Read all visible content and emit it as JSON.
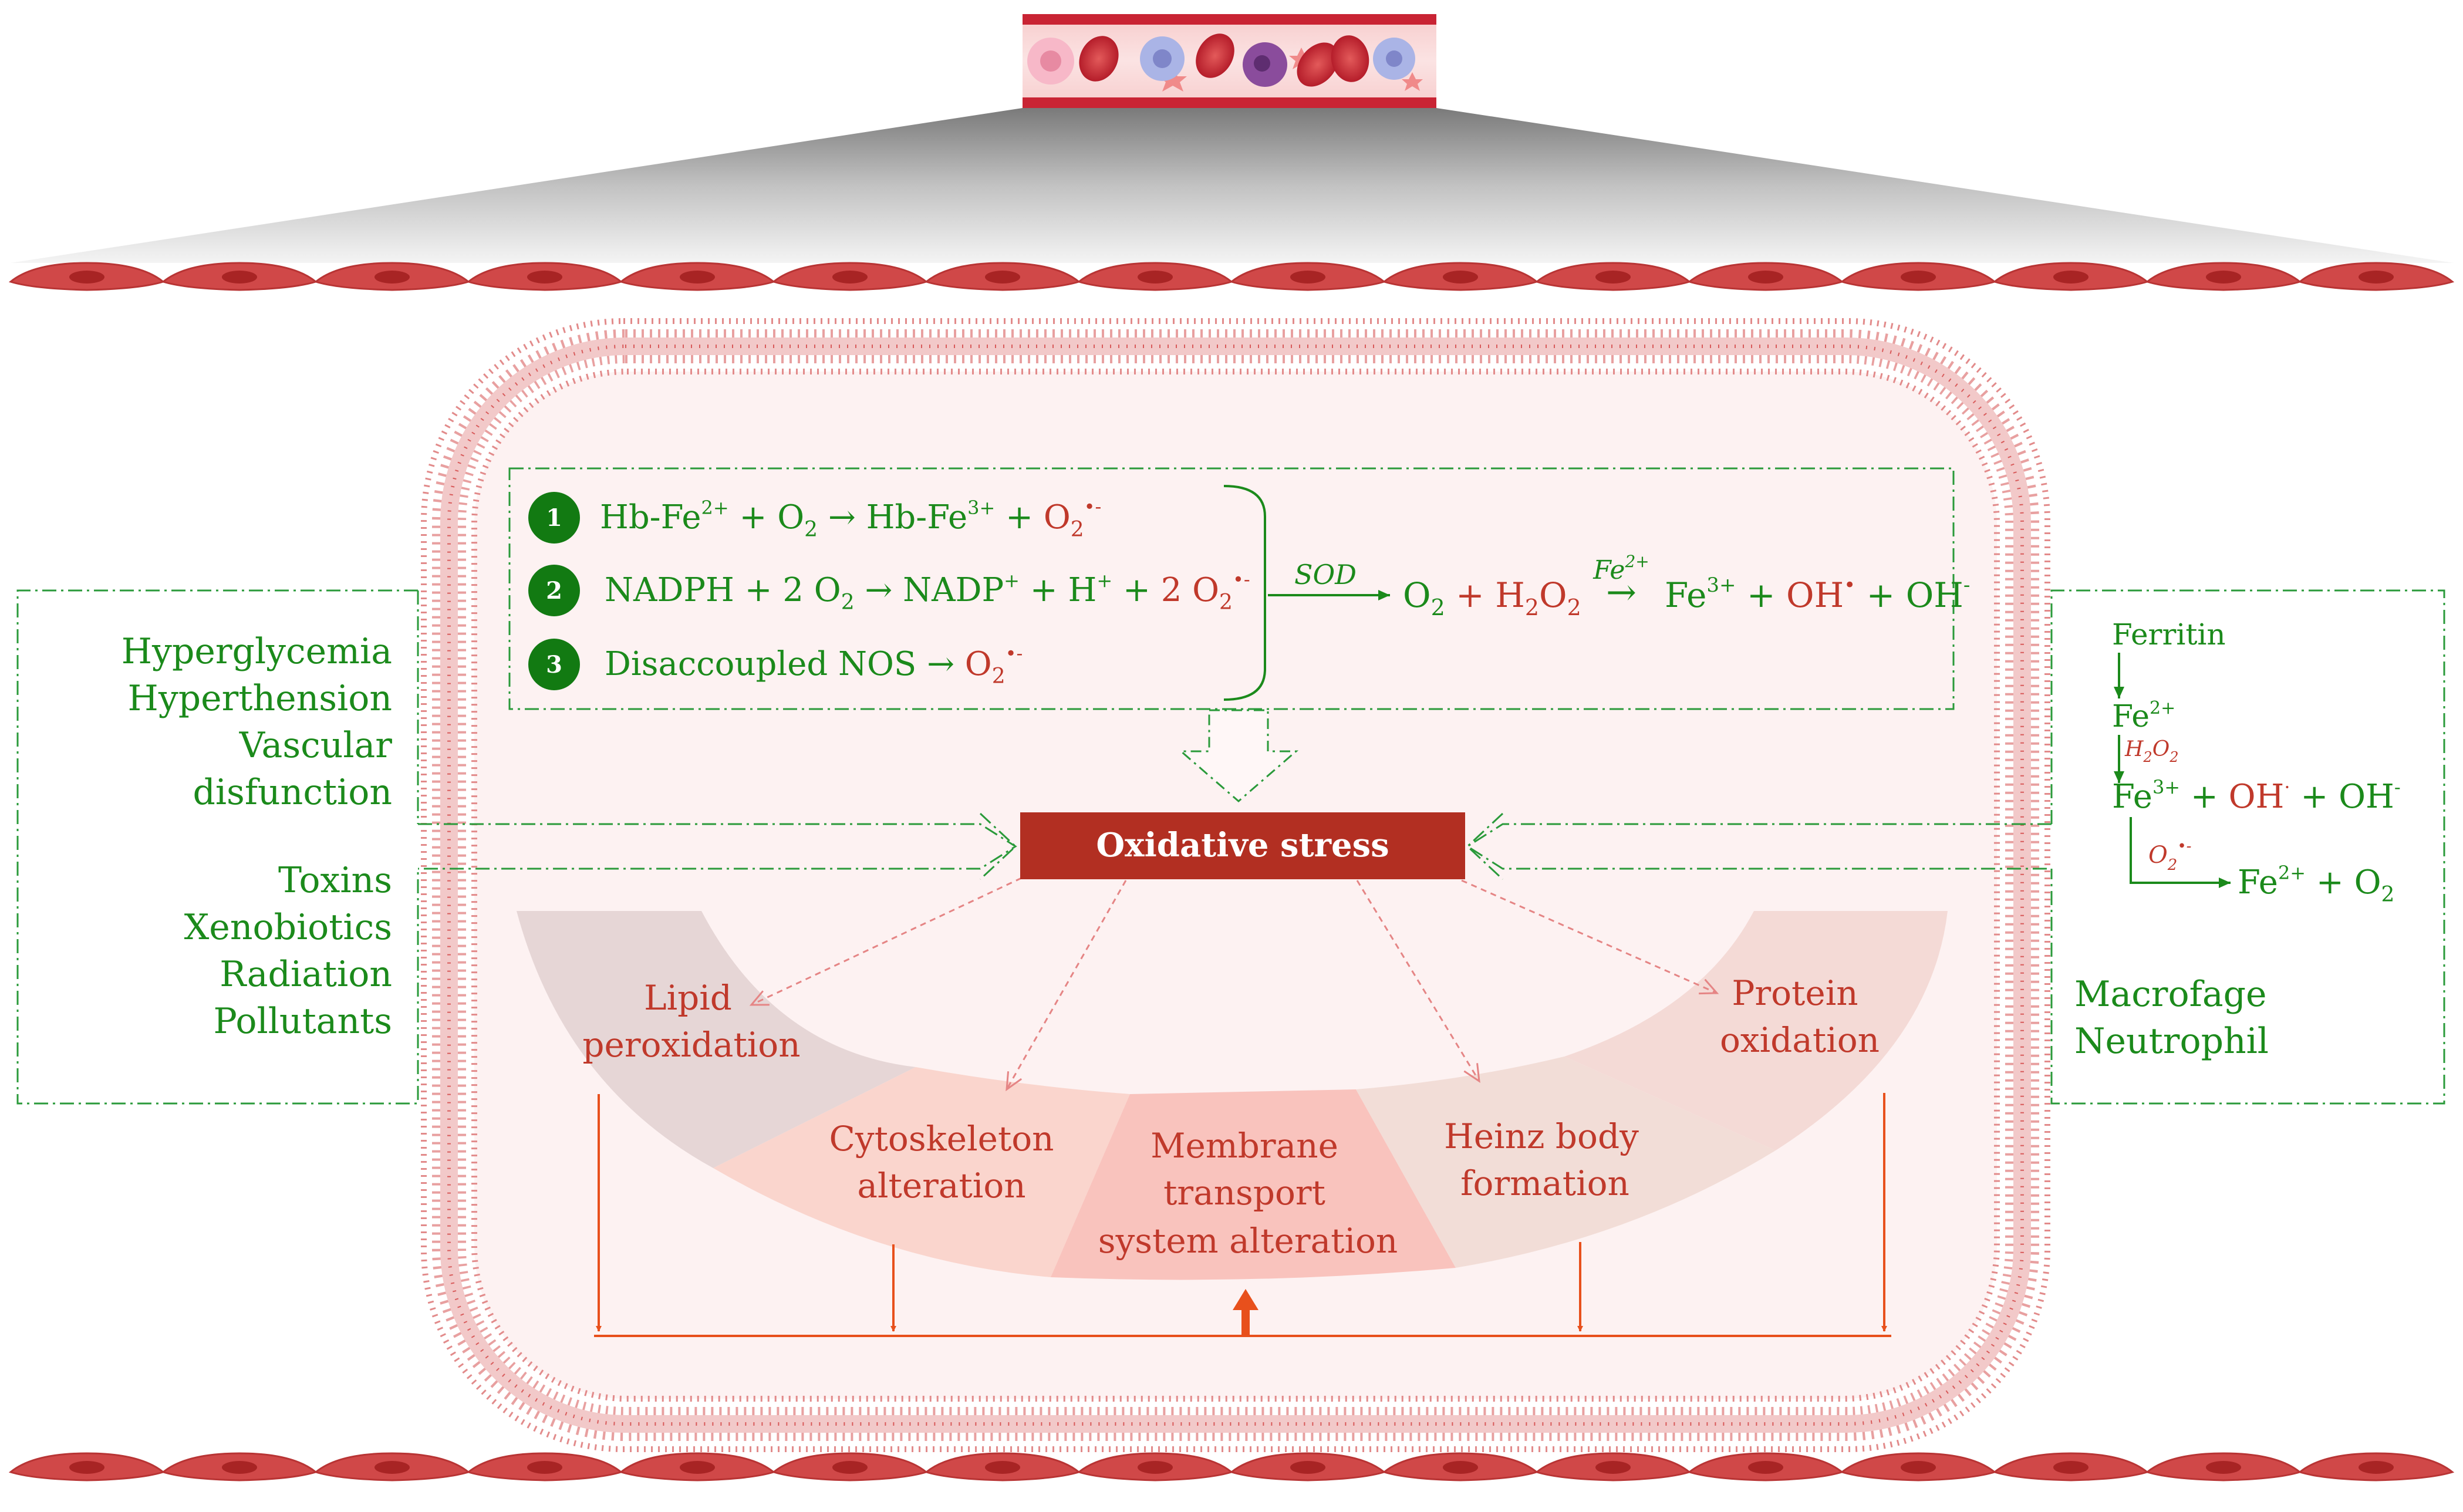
{
  "colors": {
    "green": "#1b8a1b",
    "red": "#c0392b",
    "orange": "#e8501c",
    "dark_red": "#b22f22",
    "endothelium": "#d04848",
    "nucleus": "#b22a2a"
  },
  "reactions": [
    {
      "number": "1",
      "parts": {
        "lhs": "Hb-Fe",
        "ch1": "2+",
        "plus_o2": " + O",
        "sub1": "2",
        "arrow": " → Hb-Fe",
        "ch2": "3+",
        "plus": " + ",
        "rad": "O",
        "sub2": "2",
        "sup": "•-"
      }
    },
    {
      "number": "2",
      "parts": {
        "lhs": "NADPH + 2 O",
        "sub1": "2",
        "arrow": " → NADP",
        "ch1": "+",
        "plus_h": " + H",
        "ch2": "+",
        "plus": " + ",
        "rad": "2 O",
        "sub2": "2",
        "sup": "•-"
      }
    },
    {
      "number": "3",
      "parts": {
        "lhs": "Disaccoupled NOS → ",
        "rad": "O",
        "sub2": "2",
        "sup": "•-"
      }
    }
  ],
  "sod": {
    "label": "SOD",
    "o2": "O",
    "o2_sub": "2",
    "plus": " + ",
    "h2o2": "H",
    "h2o2_sub": "2",
    "h2o2_o": "O",
    "h2o2_sub2": "2",
    "fe_label": "Fe",
    "fe_label_sup": "2+",
    "arrow": "→",
    "fe3": "Fe",
    "fe3_sup": "3+",
    "plus2": " + ",
    "oh": "OH",
    "oh_sup": "•",
    "plus3": " + OH",
    "oh2_sup": "-"
  },
  "center_label": "Oxidative stress",
  "left_factors": {
    "group1": [
      "Hyperglycemia",
      "Hyperthension",
      "Vascular",
      "disfunction"
    ],
    "group2": [
      "Toxins",
      "Xenobiotics",
      "Radiation",
      "Pollutants"
    ]
  },
  "right_panel": {
    "ferritin": "Ferritin",
    "fe2": "Fe",
    "fe2_sup": "2+",
    "h2o2": "H",
    "h2o2_sub": "2",
    "h2o2_o": "O",
    "h2o2_sub2": "2",
    "fe3": "Fe",
    "fe3_sup": "3+",
    "plus": " + ",
    "oh": "OH",
    "oh_sup": "·",
    "plus2": " + OH",
    "oh2_sup": "-",
    "o2rad": "O",
    "o2rad_sub": "2",
    "o2rad_sup": "•-",
    "fe2b": "Fe",
    "fe2b_sup": "2+",
    "plus3": " + O",
    "o2_sub": "2",
    "cells": [
      "Macrofage",
      "Neutrophil"
    ]
  },
  "effects": {
    "lipid": [
      "Lipid",
      "peroxidation"
    ],
    "cytoskeleton": [
      "Cytoskeleton",
      "alteration"
    ],
    "membrane": [
      "Membrane",
      "transport",
      "system alteration"
    ],
    "heinz": [
      "Heinz body",
      "formation"
    ],
    "protein": [
      "Protein",
      "oxidation"
    ]
  }
}
